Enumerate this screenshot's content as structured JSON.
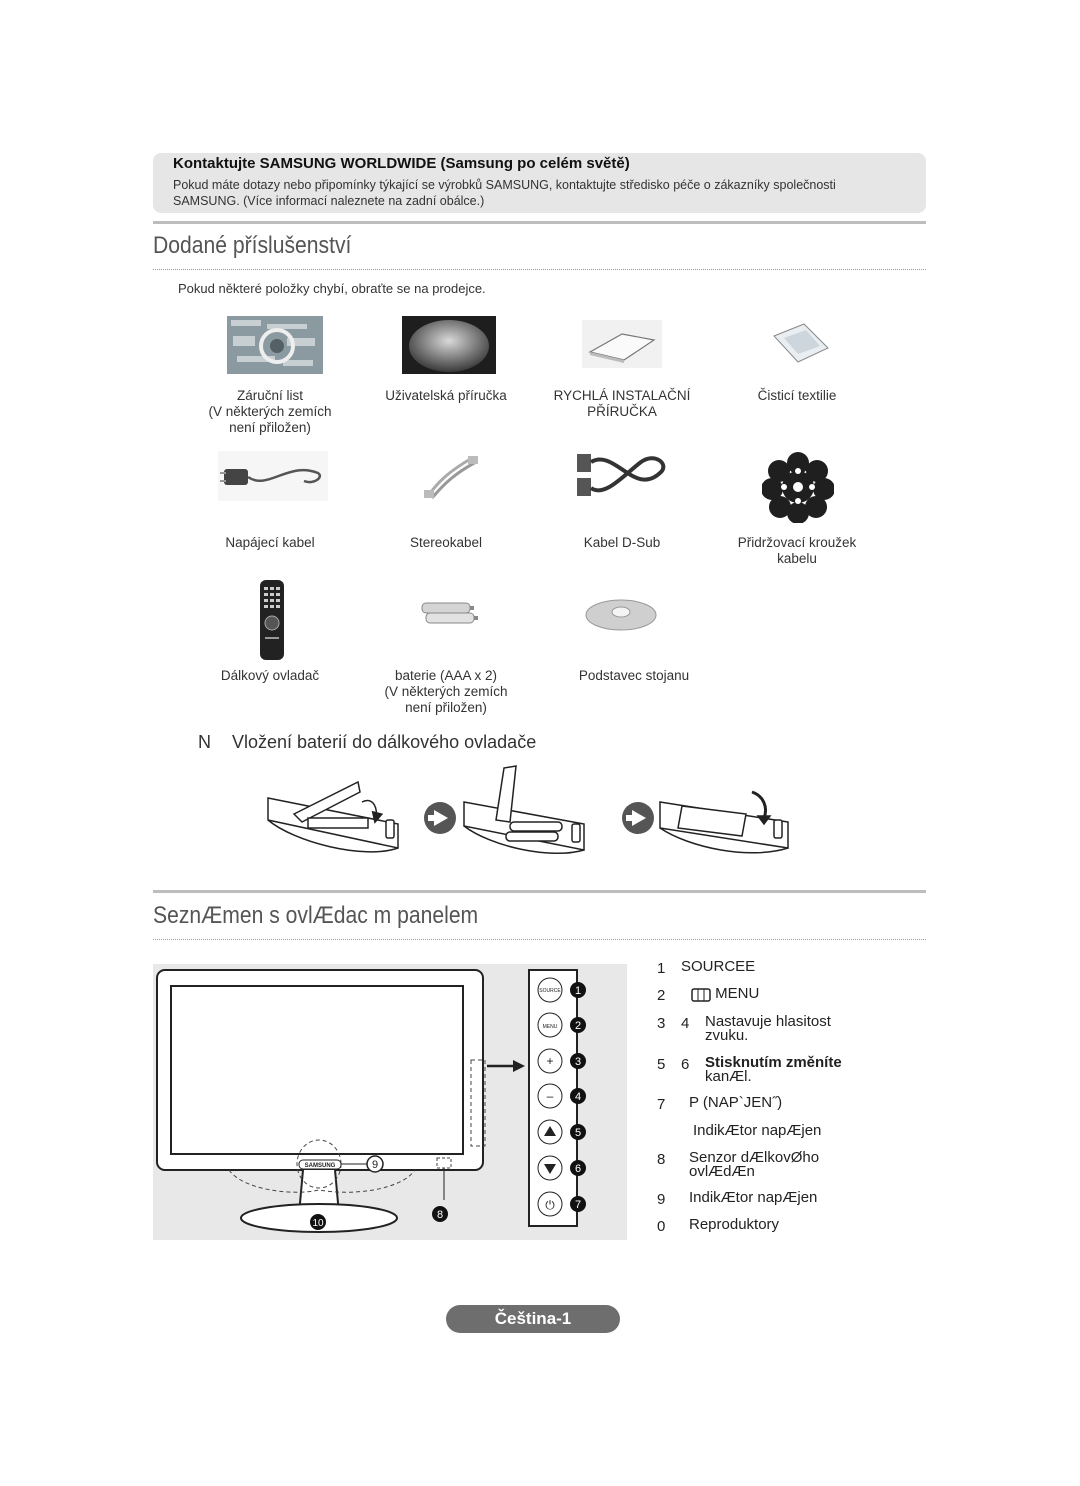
{
  "contact": {
    "title": "Kontaktujte SAMSUNG WORLDWIDE (Samsung po celém světě)",
    "body": "Pokud máte dotazy nebo připomínky týkající se výrobků SAMSUNG, kontaktujte středisko péče o zákazníky společnosti SAMSUNG. (Více informací naleznete na zadní obálce.)"
  },
  "accessories": {
    "title": "Dodané příslušenství",
    "intro": "Pokud některé položky chybí, obraťte se na prodejce.",
    "items": [
      {
        "lines": [
          "Záruční list",
          "(V některých zemích",
          "není přiložen)"
        ],
        "icon": "warranty-card-icon"
      },
      {
        "lines": [
          "Uživatelská příručka"
        ],
        "icon": "cd-manual-icon"
      },
      {
        "lines": [
          "RYCHLÁ INSTALAČNÍ",
          "PŘÍRUČKA"
        ],
        "icon": "quick-guide-icon"
      },
      {
        "lines": [
          "Čisticí textilie"
        ],
        "icon": "cleaning-cloth-icon"
      },
      {
        "lines": [
          "Napájecí kabel"
        ],
        "icon": "power-cable-icon"
      },
      {
        "lines": [
          "Stereokabel"
        ],
        "icon": "stereo-cable-icon"
      },
      {
        "lines": [
          "Kabel D-Sub"
        ],
        "icon": "dsub-cable-icon"
      },
      {
        "lines": [
          "Přidržovací kroužek",
          "kabelu"
        ],
        "icon": "cable-ring-icon"
      },
      {
        "lines": [
          "Dálkový ovladač"
        ],
        "icon": "remote-control-icon"
      },
      {
        "lines": [
          "baterie (AAA x 2)",
          "(V některých zemích",
          "není přiložen)"
        ],
        "icon": "batteries-icon"
      },
      {
        "lines": [
          "Podstavec stojanu"
        ],
        "icon": "stand-base-icon"
      }
    ]
  },
  "battery": {
    "marker": "N",
    "title": "Vložení baterií do dálkového ovladače"
  },
  "panel": {
    "title": "SeznÆmen  s ovlÆdac m panelem",
    "legend": [
      {
        "k": "1",
        "text": "SOURCEE"
      },
      {
        "k": "2",
        "text": "MENU",
        "icon": "menu-icon"
      },
      {
        "k": "3",
        "k2": "4",
        "text": "Nastavuje hlasitost zvuku."
      },
      {
        "k": "5",
        "k2": "6",
        "text": "Stisknutím změníte kanÆl.",
        "bold": "Stisknutím změníte"
      },
      {
        "k": "7",
        "text": "P (NAP`JEN˝)"
      },
      {
        "k": "",
        "text": "IndikÆtor napÆjen"
      },
      {
        "k": "8",
        "text": "Senzor dÆlkovØho ovlÆdÆn"
      },
      {
        "k": "9",
        "text": "IndikÆtor napÆjen"
      },
      {
        "k": "0",
        "text": "Reproduktory"
      }
    ],
    "buttons": [
      "SOURCE",
      "MENU",
      "+",
      "–",
      "▲",
      "▼",
      "⏻"
    ],
    "brand": "SAMSUNG"
  },
  "footer": {
    "page_label": "Čeština-1"
  }
}
